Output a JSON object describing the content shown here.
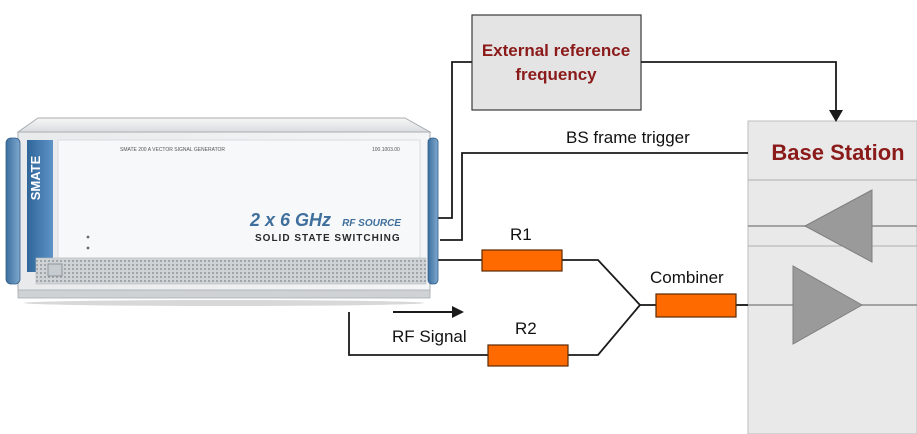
{
  "external_reference": {
    "line1": "External reference",
    "line2": "frequency"
  },
  "base_station": {
    "title": "Base Station"
  },
  "labels": {
    "bs_frame_trigger": "BS frame trigger",
    "r1": "R1",
    "r2": "R2",
    "combiner": "Combiner",
    "rf_signal": "RF Signal"
  },
  "device": {
    "brand": "SMATE",
    "model_line1": "2 x 6 GHz",
    "model_suffix": "RF SOURCE",
    "model_line2": "SOLID STATE SWITCHING",
    "top_caption": "SMATE 200 A   VECTOR SIGNAL GENERATOR",
    "serial": "100.1003.00"
  },
  "colors": {
    "accent_red": "#8b1a1a",
    "resistor_orange": "#ff6a00",
    "box_gray": "#e4e4e4",
    "base_station_bg": "#e9e9e9",
    "device_blue": "#4a7fb4"
  }
}
